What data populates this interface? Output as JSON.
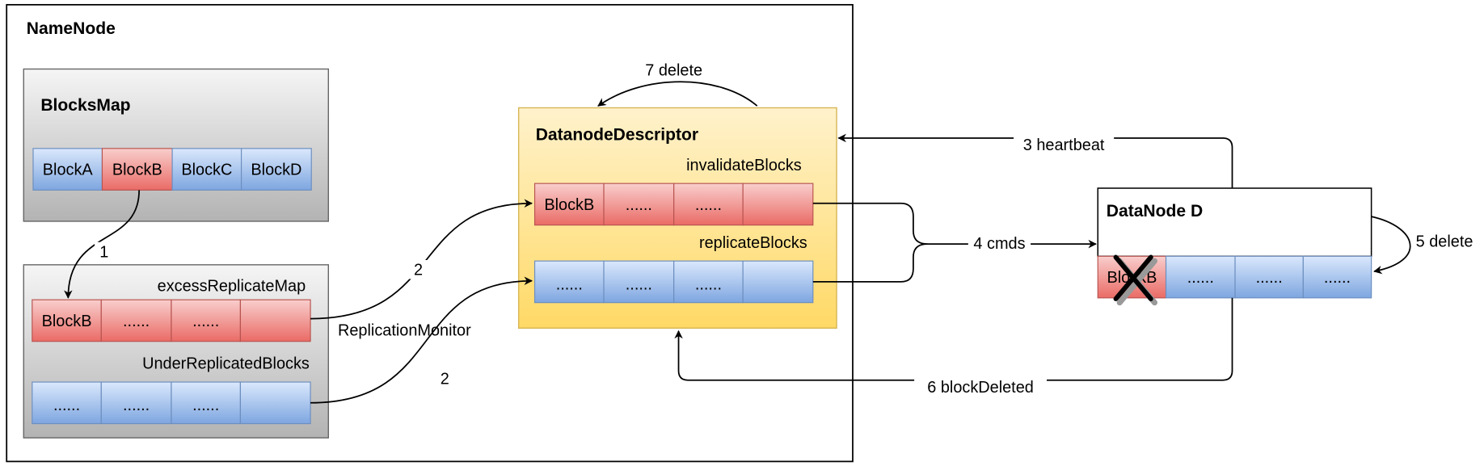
{
  "namenode": {
    "title": "NameNode"
  },
  "blocksmap": {
    "title": "BlocksMap",
    "cells": [
      "BlockA",
      "BlockB",
      "BlockC",
      "BlockD"
    ]
  },
  "excess": {
    "title": "excessReplicateMap",
    "cells": [
      "BlockB",
      "......",
      "......",
      ""
    ]
  },
  "under": {
    "title": "UnderReplicatedBlocks",
    "cells": [
      "......",
      "......",
      "......",
      ""
    ]
  },
  "replication_monitor": "ReplicationMonitor",
  "descriptor": {
    "title": "DatanodeDescriptor",
    "invalidate_title": "invalidateBlocks",
    "invalidate_cells": [
      "BlockB",
      "......",
      "......",
      ""
    ],
    "replicate_title": "replicateBlocks",
    "replicate_cells": [
      "......",
      "......",
      "......",
      ""
    ]
  },
  "datanode": {
    "title": "DataNode D",
    "cells": [
      "BlockB",
      "......",
      "......",
      "......"
    ]
  },
  "edges": {
    "e1": "1",
    "e2a": "2",
    "e2b": "2",
    "e3": "3 heartbeat",
    "e4": "4 cmds",
    "e5": "5 delete",
    "e6": "6 blockDeleted",
    "e7": "7 delete"
  },
  "colors": {
    "red_top": "#f8cecc",
    "red_bottom": "#ea6b66",
    "red_stroke": "#b85450",
    "blue_top": "#dae8fc",
    "blue_bottom": "#7ea6e0",
    "blue_stroke": "#6c8ebf",
    "gray_top": "#f5f5f5",
    "gray_bottom": "#b3b3b3",
    "gray_stroke": "#666666",
    "yellow_top": "#fff2cc",
    "yellow_bottom": "#ffd966",
    "yellow_stroke": "#d6b656"
  }
}
